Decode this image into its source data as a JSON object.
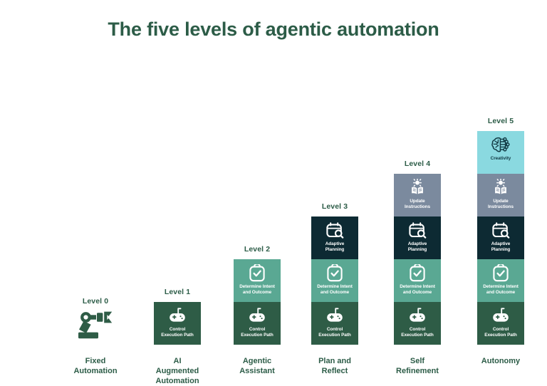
{
  "page": {
    "title": "The five levels of agentic automation",
    "title_color": "#2c5c47",
    "background": "#ffffff"
  },
  "capabilities": {
    "control": {
      "label": "Control\nExecution Path",
      "icon": "gamepad-icon",
      "bg": "#2e5c46",
      "text": "#ffffff"
    },
    "intent": {
      "label": "Determine Intent\nand Outcome",
      "icon": "clipboard-check-icon",
      "bg": "#5aa893",
      "text": "#ffffff"
    },
    "adaptive": {
      "label": "Adaptive\nPlanning",
      "icon": "calendar-search-icon",
      "bg": "#0d2a33",
      "text": "#ffffff"
    },
    "update": {
      "label": "Update\nInstructions",
      "icon": "book-lightbulb-icon",
      "bg": "#7b8a9e",
      "text": "#ffffff"
    },
    "creativity": {
      "label": "Creativity",
      "icon": "brain-circuit-icon",
      "bg": "#8ad9e0",
      "text": "#123a44"
    }
  },
  "levels": [
    {
      "level_label": "Level 0",
      "base_label": "Fixed\nAutomation",
      "icon": "robot-arm-icon",
      "segments": []
    },
    {
      "level_label": "Level 1",
      "base_label": "AI\nAugmented\nAutomation",
      "segments": [
        "control"
      ]
    },
    {
      "level_label": "Level 2",
      "base_label": "Agentic\nAssistant",
      "segments": [
        "intent",
        "control"
      ]
    },
    {
      "level_label": "Level 3",
      "base_label": "Plan and\nReflect",
      "segments": [
        "adaptive",
        "intent",
        "control"
      ]
    },
    {
      "level_label": "Level 4",
      "base_label": "Self\nRefinement",
      "segments": [
        "update",
        "adaptive",
        "intent",
        "control"
      ]
    },
    {
      "level_label": "Level 5",
      "base_label": "Autonomy",
      "segments": [
        "creativity",
        "update",
        "adaptive",
        "intent",
        "control"
      ]
    }
  ]
}
